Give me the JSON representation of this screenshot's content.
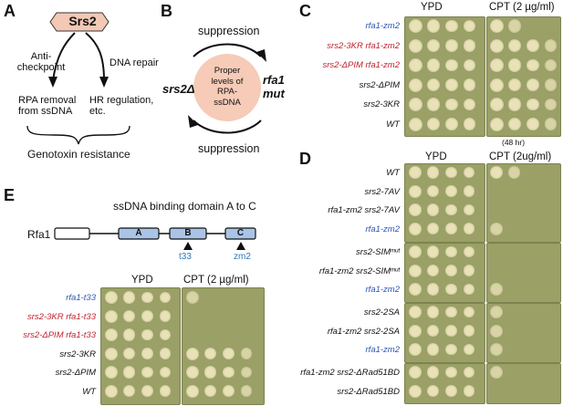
{
  "panels": {
    "A": {
      "label": "A",
      "gene": "Srs2",
      "left_function": [
        "Anti-",
        "checkpoint"
      ],
      "right_function": "DNA repair",
      "left_outcome": [
        "RPA removal",
        "from ssDNA"
      ],
      "right_outcome": [
        "HR regulation,",
        "etc."
      ],
      "result": "Genotoxin resistance"
    },
    "B": {
      "label": "B",
      "top": "suppression",
      "bottom": "suppression",
      "left": "srs2Δ",
      "right": [
        "rfa1",
        "mut"
      ],
      "center": [
        "Proper",
        "levels of",
        "RPA-",
        "ssDNA"
      ]
    },
    "C": {
      "label": "C",
      "col1": "YPD",
      "col2": "CPT (2 µg/ml)",
      "footnote": "(48 hr)",
      "rows": [
        {
          "label": "rfa1-zm2",
          "color": "blue",
          "ypd": 4,
          "cpt": 2
        },
        {
          "label": "srs2-3KR rfa1-zm2",
          "color": "red",
          "ypd": 4,
          "cpt": 4
        },
        {
          "label": "srs2-ΔPIM rfa1-zm2",
          "color": "red",
          "ypd": 4,
          "cpt": 4
        },
        {
          "label": "srs2-ΔPIM",
          "color": "black",
          "ypd": 4,
          "cpt": 4
        },
        {
          "label": "srs2-3KR",
          "color": "black",
          "ypd": 4,
          "cpt": 4
        },
        {
          "label": "WT",
          "color": "black",
          "ypd": 4,
          "cpt": 4
        }
      ]
    },
    "D": {
      "label": "D",
      "col1": "YPD",
      "col2": "CPT (2ug/ml)",
      "rows": [
        {
          "label": "WT",
          "color": "black",
          "ypd": 4,
          "cpt": 2,
          "group": 0
        },
        {
          "label": "srs2-7AV",
          "color": "black",
          "ypd": 4,
          "cpt": 0,
          "group": 0
        },
        {
          "label": "rfa1-zm2 srs2-7AV",
          "color": "black",
          "ypd": 4,
          "cpt": 0,
          "group": 0
        },
        {
          "label": "rfa1-zm2",
          "color": "blue",
          "ypd": 4,
          "cpt": 1,
          "group": 0
        },
        {
          "label": "srs2-SIMᵐᵘᵗ",
          "color": "black",
          "ypd": 4,
          "cpt": 0,
          "group": 1
        },
        {
          "label": "rfa1-zm2 srs2-SIMᵐᵘᵗ",
          "color": "black",
          "ypd": 4,
          "cpt": 0,
          "group": 1
        },
        {
          "label": "rfa1-zm2",
          "color": "blue",
          "ypd": 4,
          "cpt": 1,
          "group": 1
        },
        {
          "label": "srs2-2SA",
          "color": "black",
          "ypd": 4,
          "cpt": 1,
          "group": 2
        },
        {
          "label": "rfa1-zm2 srs2-2SA",
          "color": "black",
          "ypd": 4,
          "cpt": 1,
          "group": 2
        },
        {
          "label": "rfa1-zm2",
          "color": "blue",
          "ypd": 4,
          "cpt": 1,
          "group": 2
        },
        {
          "label": "rfa1-zm2 srs2-ΔRad51BD",
          "color": "black",
          "ypd": 4,
          "cpt": 1,
          "group": 3
        },
        {
          "label": "srs2-ΔRad51BD",
          "color": "black",
          "ypd": 4,
          "cpt": 0,
          "group": 3
        }
      ]
    },
    "E": {
      "label": "E",
      "protein": "Rfa1",
      "domain_title": "ssDNA binding domain A to C",
      "domains": [
        "A",
        "B",
        "C"
      ],
      "mutations": [
        "t33",
        "zm2"
      ],
      "col1": "YPD",
      "col2": "CPT (2 µg/ml)",
      "rows": [
        {
          "label": "rfa1-t33",
          "color": "blue",
          "ypd": 4,
          "cpt": 1
        },
        {
          "label": "srs2-3KR rfa1-t33",
          "color": "red",
          "ypd": 4,
          "cpt": 0
        },
        {
          "label": "srs2-ΔPIM rfa1-t33",
          "color": "red",
          "ypd": 4,
          "cpt": 0
        },
        {
          "label": "srs2-3KR",
          "color": "black",
          "ypd": 4,
          "cpt": 4
        },
        {
          "label": "srs2-ΔPIM",
          "color": "black",
          "ypd": 4,
          "cpt": 4
        },
        {
          "label": "WT",
          "color": "black",
          "ypd": 4,
          "cpt": 4
        }
      ]
    }
  },
  "colors": {
    "gene_box_fill": "#f3c8b4",
    "circle_fill": "#f6cbb7",
    "domain_fill": "#a9c4e6",
    "plate": "#9aa066",
    "colony": "#e9e2b6",
    "blue_label": "#2f56b4",
    "red_label": "#c0222e"
  }
}
